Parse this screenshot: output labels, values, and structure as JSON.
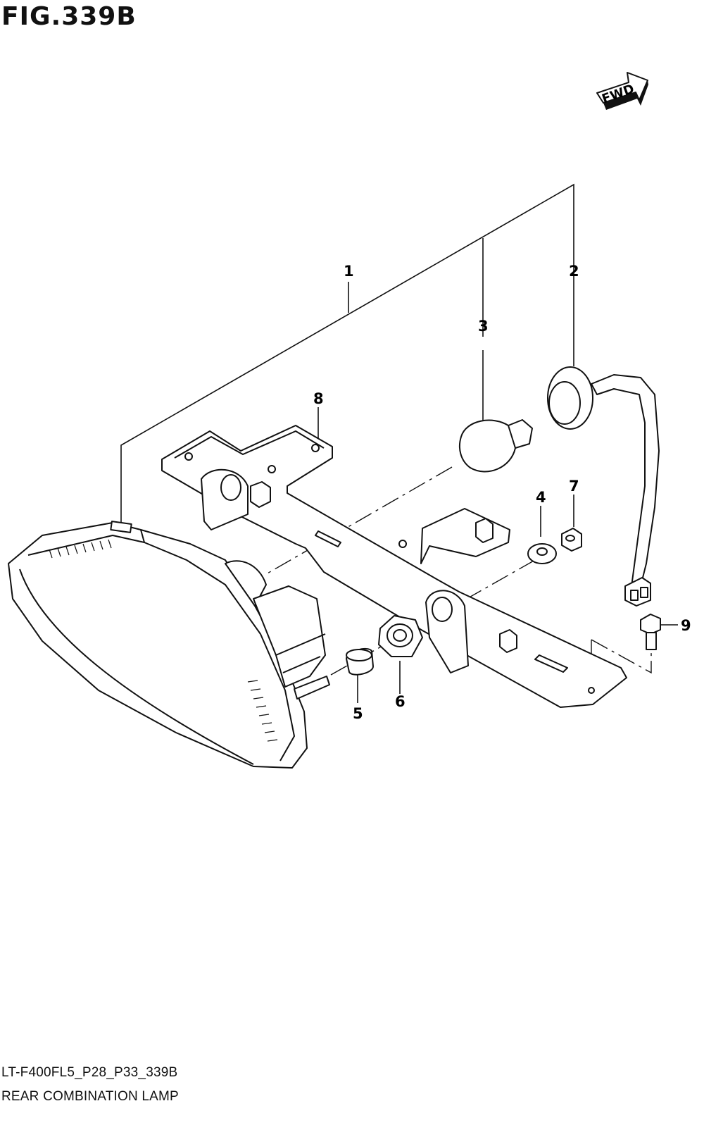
{
  "figure": {
    "title": "FIG.339B",
    "code": "LT-F400FL5_P28_P33_339B",
    "name": "REAR COMBINATION LAMP"
  },
  "fwd_label": "FWD",
  "callouts": [
    {
      "id": "1",
      "label": "1"
    },
    {
      "id": "2",
      "label": "2"
    },
    {
      "id": "3",
      "label": "3"
    },
    {
      "id": "4",
      "label": "4"
    },
    {
      "id": "5",
      "label": "5"
    },
    {
      "id": "6",
      "label": "6"
    },
    {
      "id": "7",
      "label": "7"
    },
    {
      "id": "8",
      "label": "8"
    },
    {
      "id": "9",
      "label": "9"
    }
  ]
}
